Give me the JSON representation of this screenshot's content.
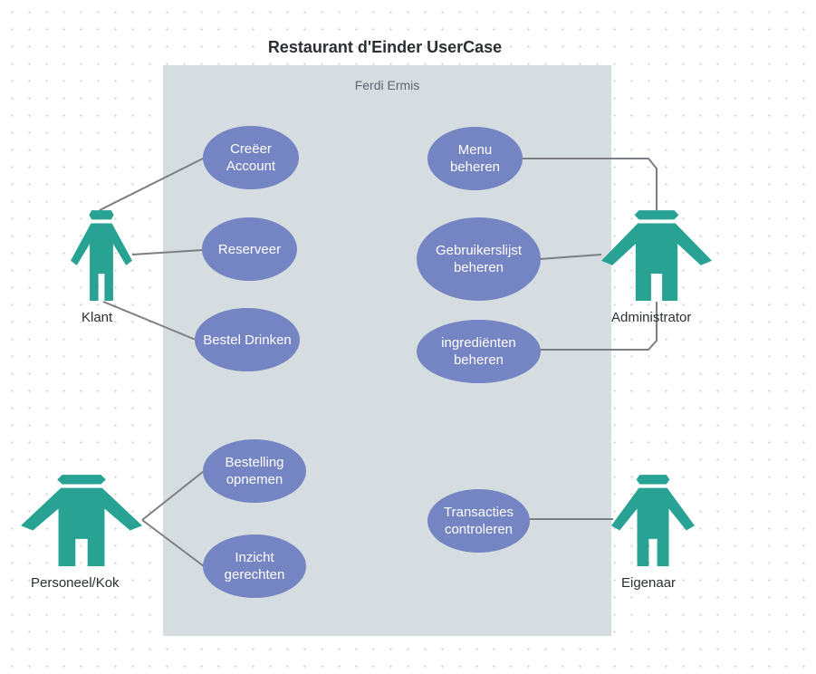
{
  "diagram": {
    "title": "Restaurant d'Einder UserCase",
    "system_label": "Ferdi Ermis",
    "colors": {
      "actor": "#27a293",
      "usecase": "#7584c2",
      "boundary": "#d6dde1",
      "link": "#7b7f84"
    },
    "actors": {
      "klant": "Klant",
      "administrator": "Administrator",
      "personeel": "Personeel/Kok",
      "eigenaar": "Eigenaar"
    },
    "usecases": {
      "creeer_account": "Creëer\nAccount",
      "reserveer": "Reserveer",
      "bestel_drinken": "Bestel Drinken",
      "menu_beheren": "Menu\nbeheren",
      "gebruikerslijst_beheren": "Gebruikerslijst\nbeheren",
      "ingredienten_beheren": "ingrediënten\nbeheren",
      "bestelling_opnemen": "Bestelling\nopnemen",
      "inzicht_gerechten": "Inzicht\ngerechten",
      "transacties_controleren": "Transacties\ncontroleren"
    }
  }
}
